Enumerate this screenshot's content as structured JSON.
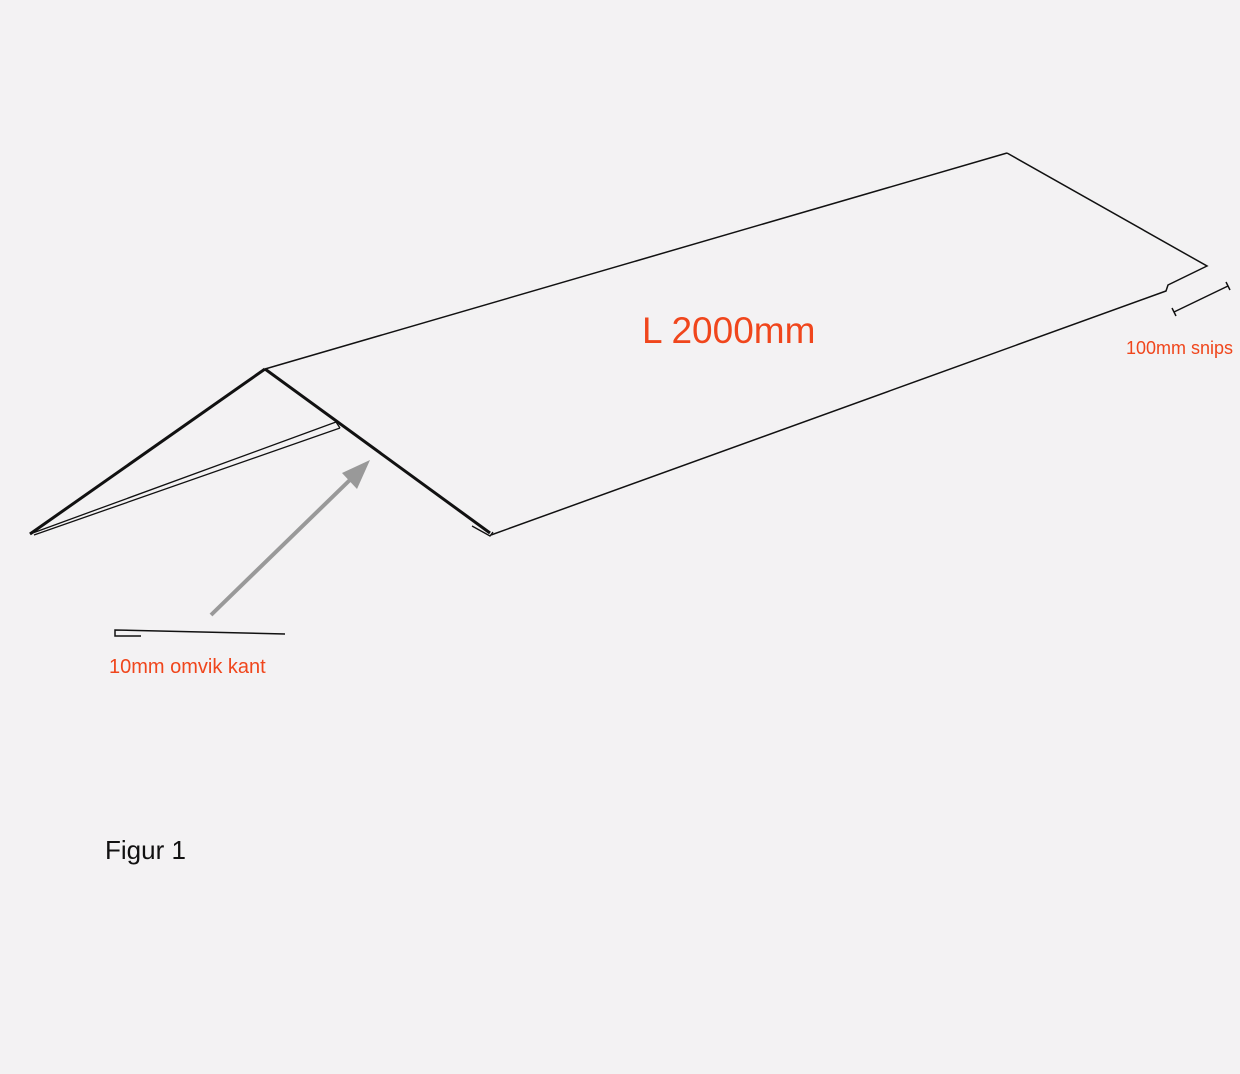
{
  "labels": {
    "length": "L 2000mm",
    "snips": "100mm snips",
    "hem_edge": "10mm omvik kant",
    "figure": "Figur 1"
  },
  "colors": {
    "annotation": "#f0461c",
    "line": "#111111",
    "arrow": "#999999"
  }
}
